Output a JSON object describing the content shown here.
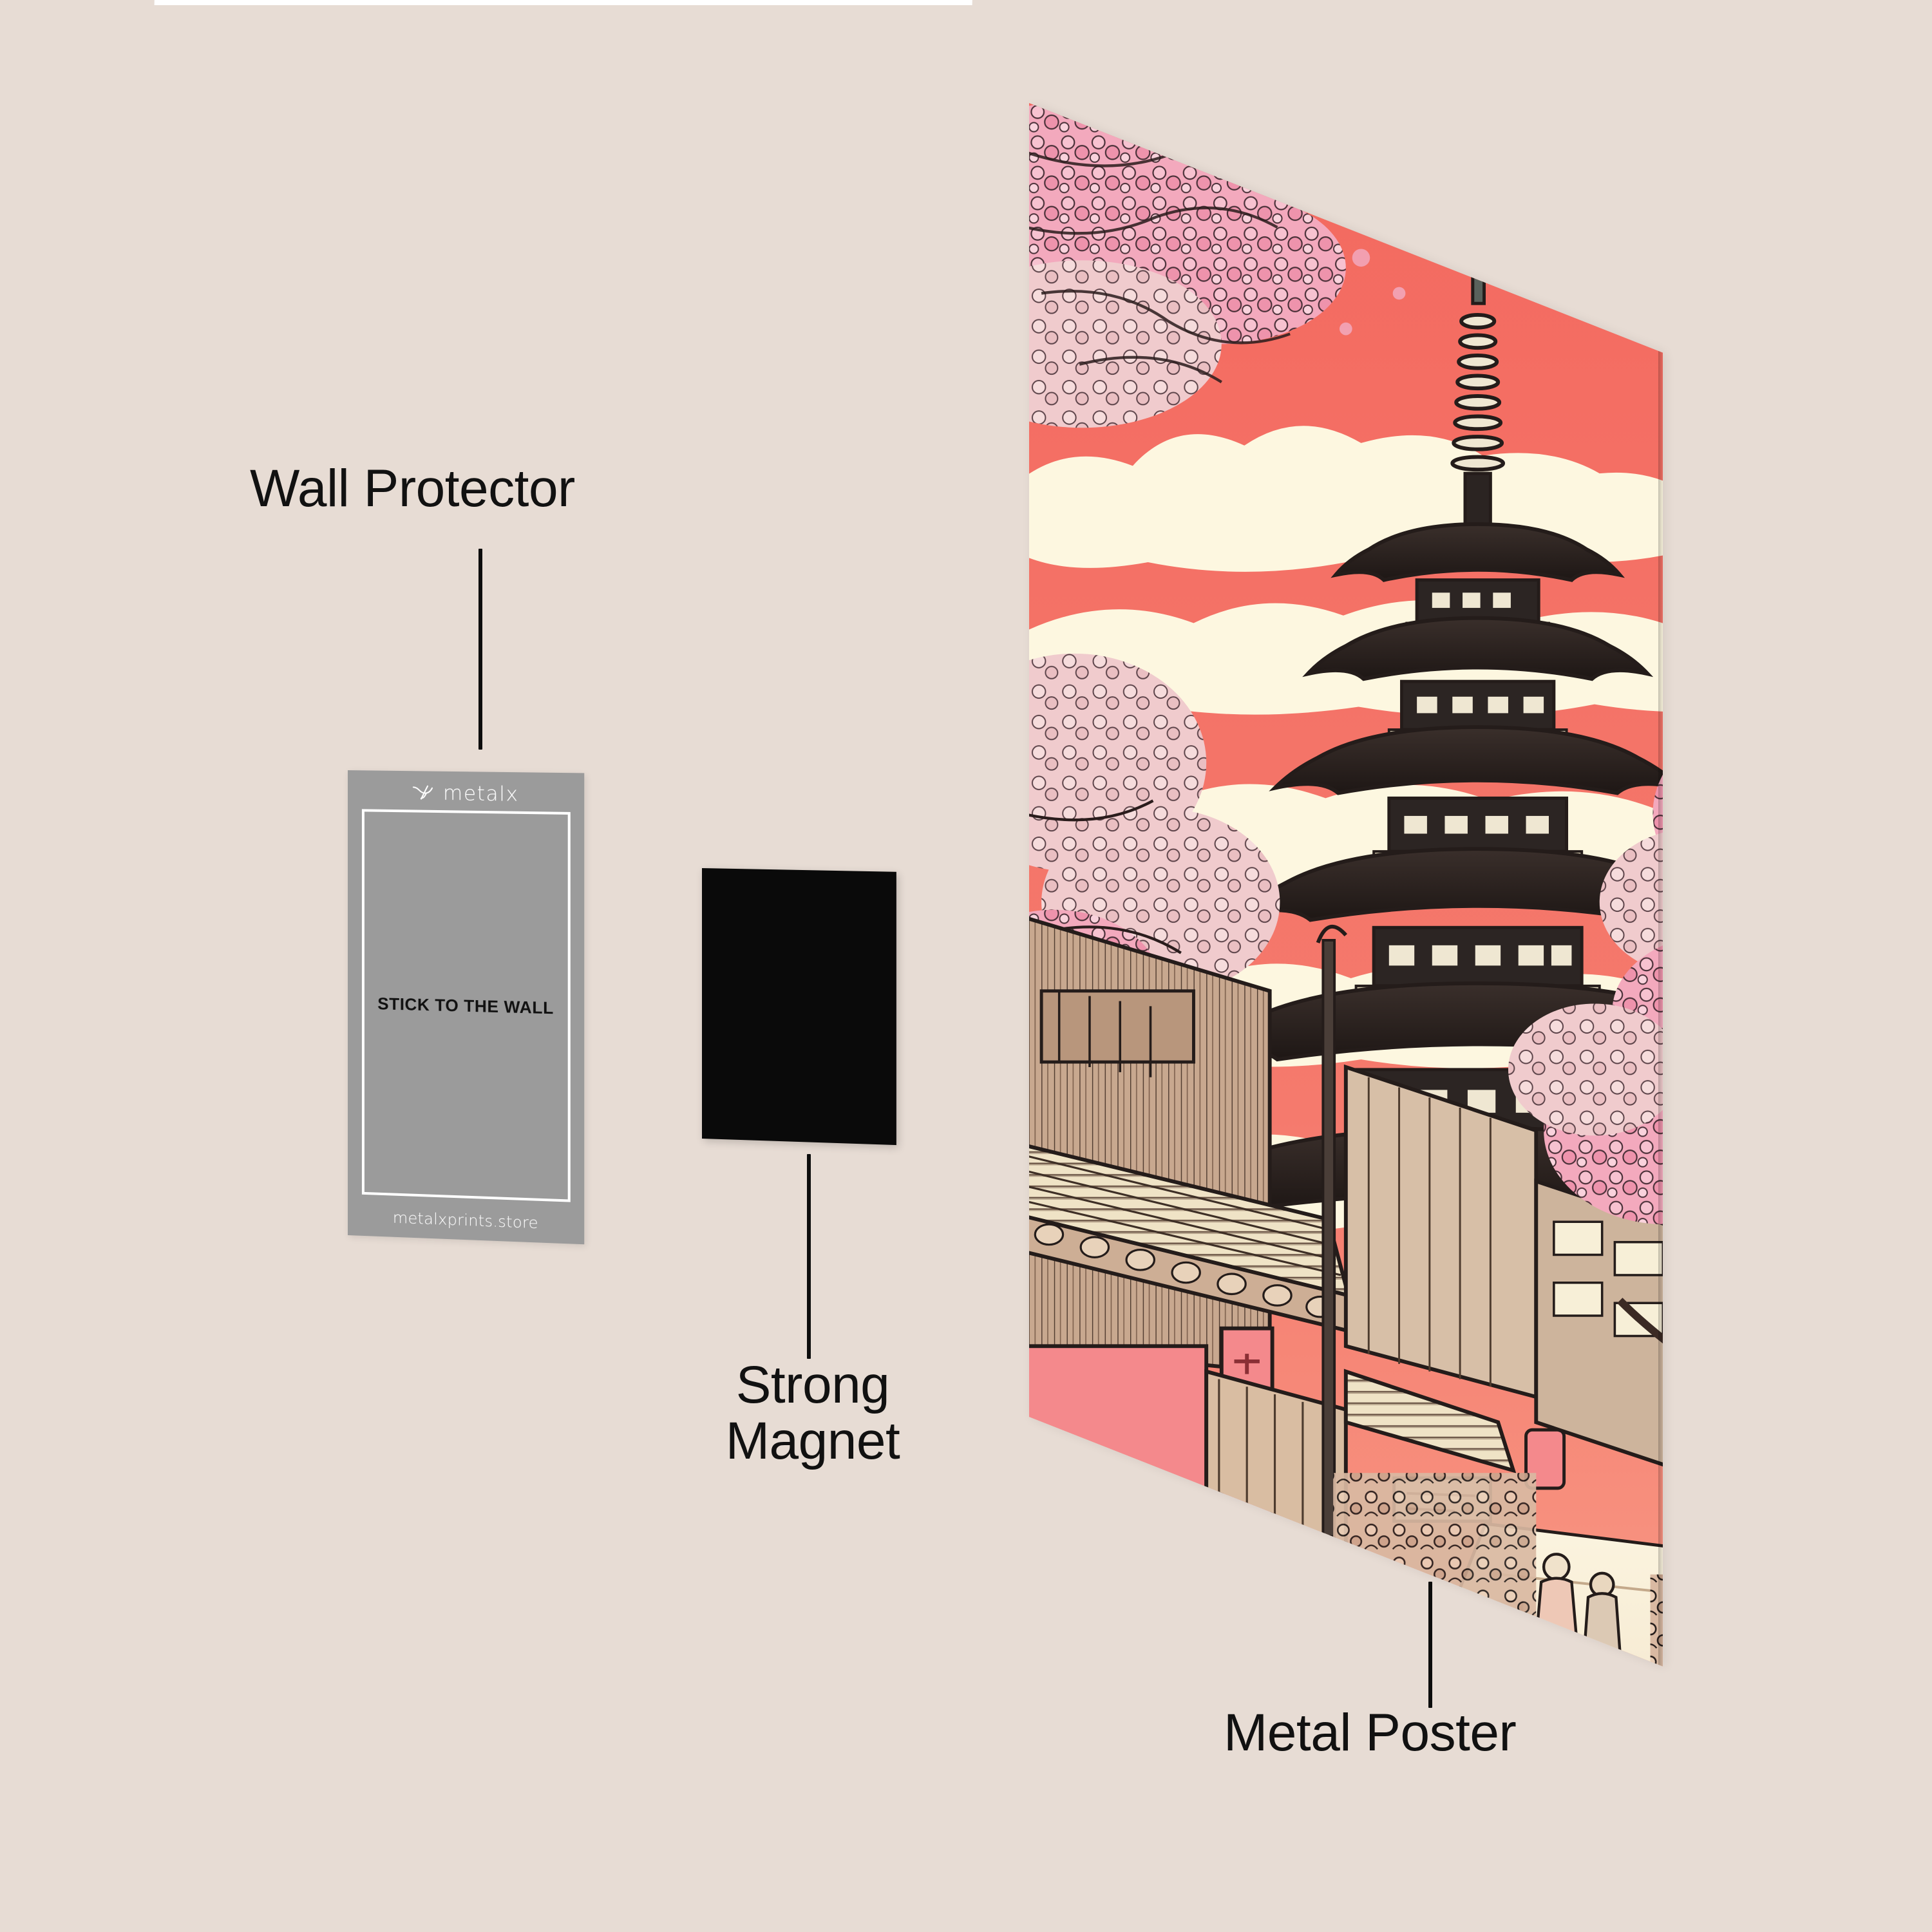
{
  "background_color": "#e7dcd4",
  "callouts": [
    {
      "id": "wall-protector",
      "label": "Wall Protector"
    },
    {
      "id": "strong-magnet",
      "label": "Strong\nMagnet"
    },
    {
      "id": "metal-poster",
      "label": "Metal Poster"
    }
  ],
  "wall_protector": {
    "brand_wordmark": "metalx",
    "logo_icon": "metalx-cross-mark-icon",
    "headline": "STICK TO THE WALL",
    "url": "metalxprints.store",
    "sheet_color": "#9b9b9b",
    "border_color": "#ffffff",
    "headline_color": "#111111"
  },
  "magnet": {
    "color": "#0a0a0a",
    "shape": "rounded-rectangle"
  },
  "poster": {
    "artwork_title": "Japanese Pagoda Street at Cherry Blossom Sunset",
    "style": "ink-line illustration with flat color",
    "palette": {
      "sky": "#f4766b",
      "sky_deep": "#ef6a62",
      "cloud": "#fdf6dd",
      "blossom_pink": "#f4a7bc",
      "blossom_light": "#f6c9d4",
      "ink": "#241c1a",
      "roof_dark": "#2a2220",
      "wood_warm": "#c3a08c",
      "paper_cream": "#f3e7d2",
      "street_light": "#f7eedb",
      "accent_teal": "#9fd9cd",
      "accent_orange": "#f2965f",
      "lantern_red": "#e4554e"
    },
    "scene_elements": [
      "five-tiered pagoda with finial spire",
      "coral sunset sky with cream clouds",
      "cherry blossom trees in bloom",
      "traditional wooden shop fronts",
      "crowd of figures in kimono on a sloping street",
      "hanging red lantern signs",
      "tiled temple roof eaves"
    ]
  }
}
